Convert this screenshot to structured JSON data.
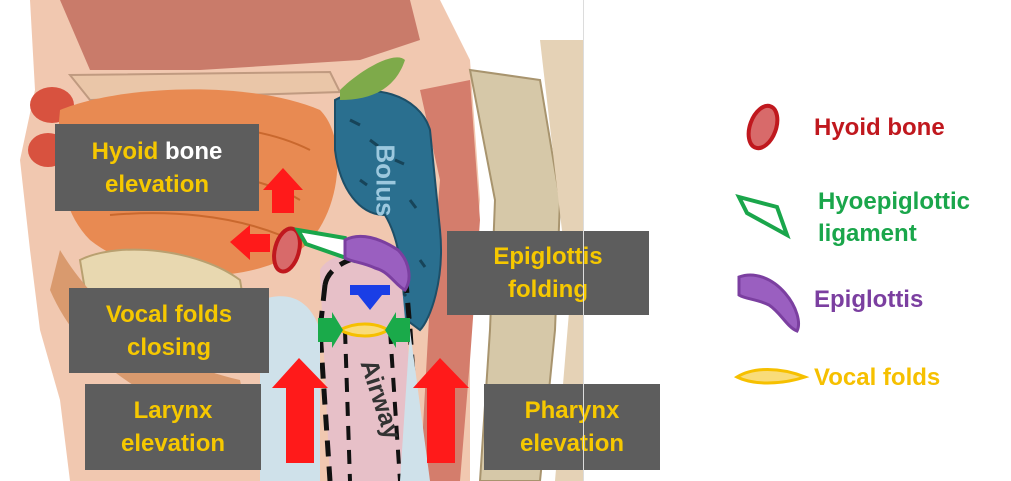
{
  "figure_labels": {
    "bolus": "Bolus",
    "airway": "Airway"
  },
  "annotations": {
    "hyoid_elevation": {
      "line1_word1": "Hyoid",
      "line1_word2": "bone",
      "line2": "elevation"
    },
    "vocal_folds_closing": {
      "line1": "Vocal folds",
      "line2": "closing"
    },
    "larynx_elevation": {
      "line1": "Larynx",
      "line2": "elevation"
    },
    "epiglottis_folding": {
      "line1": "Epiglottis",
      "line2": "folding"
    },
    "pharynx_elevation": {
      "line1": "Pharynx",
      "line2": "elevation"
    }
  },
  "legend": {
    "hyoid_bone": {
      "label": "Hyoid bone",
      "color": "#c0181e"
    },
    "hyoepiglottic_ligament": {
      "line1": "Hyoepiglottic",
      "line2": "ligament",
      "color": "#1aa64b"
    },
    "epiglottis": {
      "label": "Epiglottis",
      "color": "#7b3fa0"
    },
    "vocal_folds": {
      "label": "Vocal folds",
      "color": "#f6c000"
    }
  },
  "colors": {
    "label_box": "#5d5d5d",
    "arrow_red": "#ff1a1a",
    "arrow_blue": "#1a3ee6",
    "arrow_green": "#1aaa4a",
    "bolus": "#2a6f8f"
  }
}
